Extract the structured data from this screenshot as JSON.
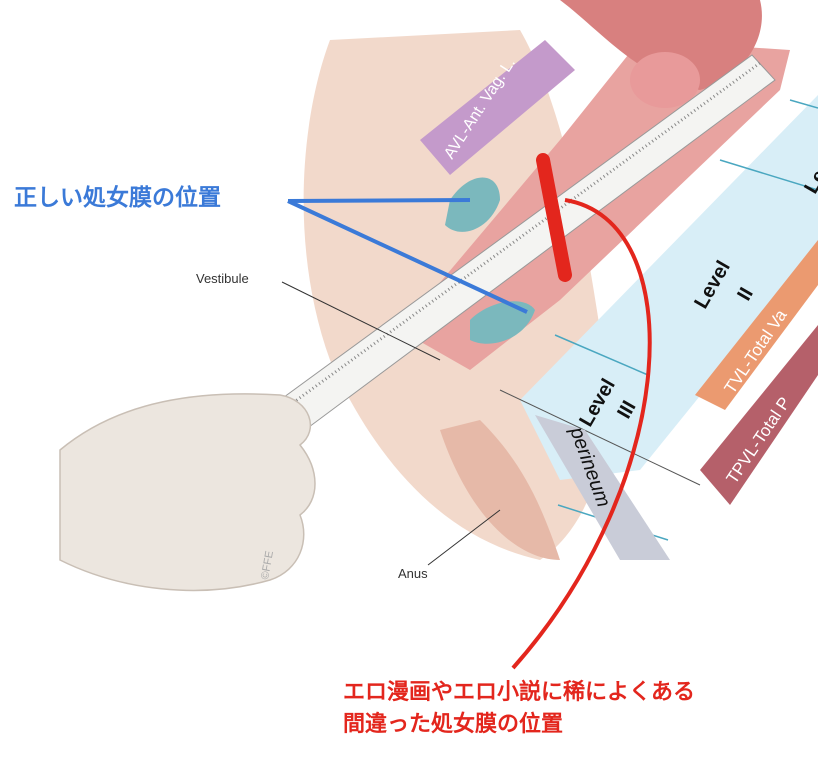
{
  "annotations": {
    "correct_position": "正しい処女膜の位置",
    "wrong_position_line1": "エロ漫画やエロ小説に稀によくある",
    "wrong_position_line2": "間違った処女膜の位置"
  },
  "illustration_labels": {
    "avl": "AVL-Ant. Vag. L.",
    "level_1_partial": "Le",
    "level_2_word": "Level",
    "level_2_num": "II",
    "level_3_word": "Level",
    "level_3_num": "III",
    "perineum": "perineum",
    "tvl": "TVL-Total Va",
    "tpvl": "TPVL-Total P",
    "vestibule": "Vestibule",
    "anus": "Anus",
    "watermark": "©FFE"
  },
  "colors": {
    "blue_annotation": "#3b7ad8",
    "red_annotation": "#e3261d",
    "level_band": "#d8eef7",
    "tvl_band": "#eb9a70",
    "tpvl_band": "#b5606a",
    "avl_band": "#c49acb",
    "perineum_band": "#c9ccd8"
  }
}
